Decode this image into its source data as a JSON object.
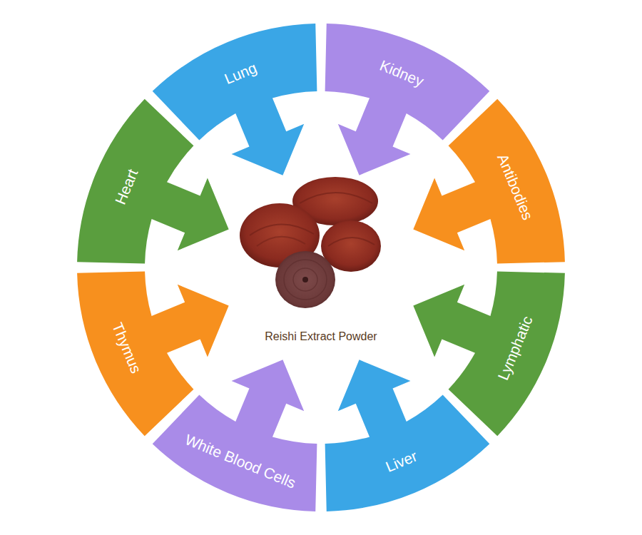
{
  "diagram": {
    "nodes": [
      {
        "text": [
          "Lung"
        ]
      },
      {
        "text": [
          "Kidney"
        ]
      },
      {
        "text": [
          "Antibodies"
        ]
      },
      {
        "text": [
          "Lymphatic"
        ]
      },
      {
        "text": [
          "Liver"
        ]
      },
      {
        "text": [
          "White Blood Cells"
        ]
      },
      {
        "text": [
          "Thymus"
        ]
      },
      {
        "text": [
          "Heart"
        ]
      }
    ],
    "labels": [
      "Reishi Extract Powder"
    ]
  }
}
